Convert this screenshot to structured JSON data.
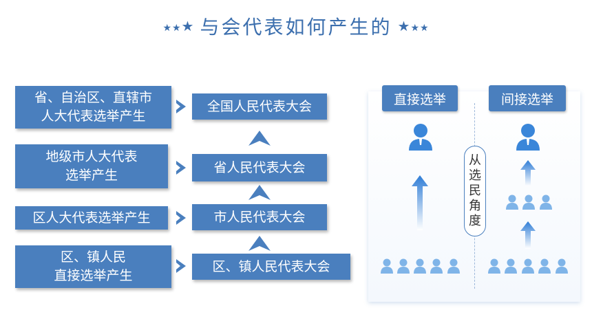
{
  "title": "与会代表如何产生的",
  "title_stars_left": "★★★",
  "title_stars_right": "★★★",
  "left_boxes": [
    {
      "lines": [
        "省、自治区、直辖市",
        "人大代表选举产生"
      ]
    },
    {
      "lines": [
        "地级市人大代表",
        "选举产生"
      ]
    },
    {
      "lines": [
        "区人大代表选举产生"
      ]
    },
    {
      "lines": [
        "区、镇人民",
        "直接选举产生"
      ]
    }
  ],
  "right_boxes": [
    "全国人民代表大会",
    "省人民代表大会",
    "市人民代表大会",
    "区、镇人民代表大会"
  ],
  "panel": {
    "tab_direct": "直接选举",
    "tab_indirect": "间接选举",
    "center_label": [
      "从",
      "选",
      "民",
      "角",
      "度"
    ]
  },
  "colors": {
    "primary": "#4a7fbe",
    "light_icon": "#7fb4e8",
    "icon_dark": "#3a86d9"
  }
}
